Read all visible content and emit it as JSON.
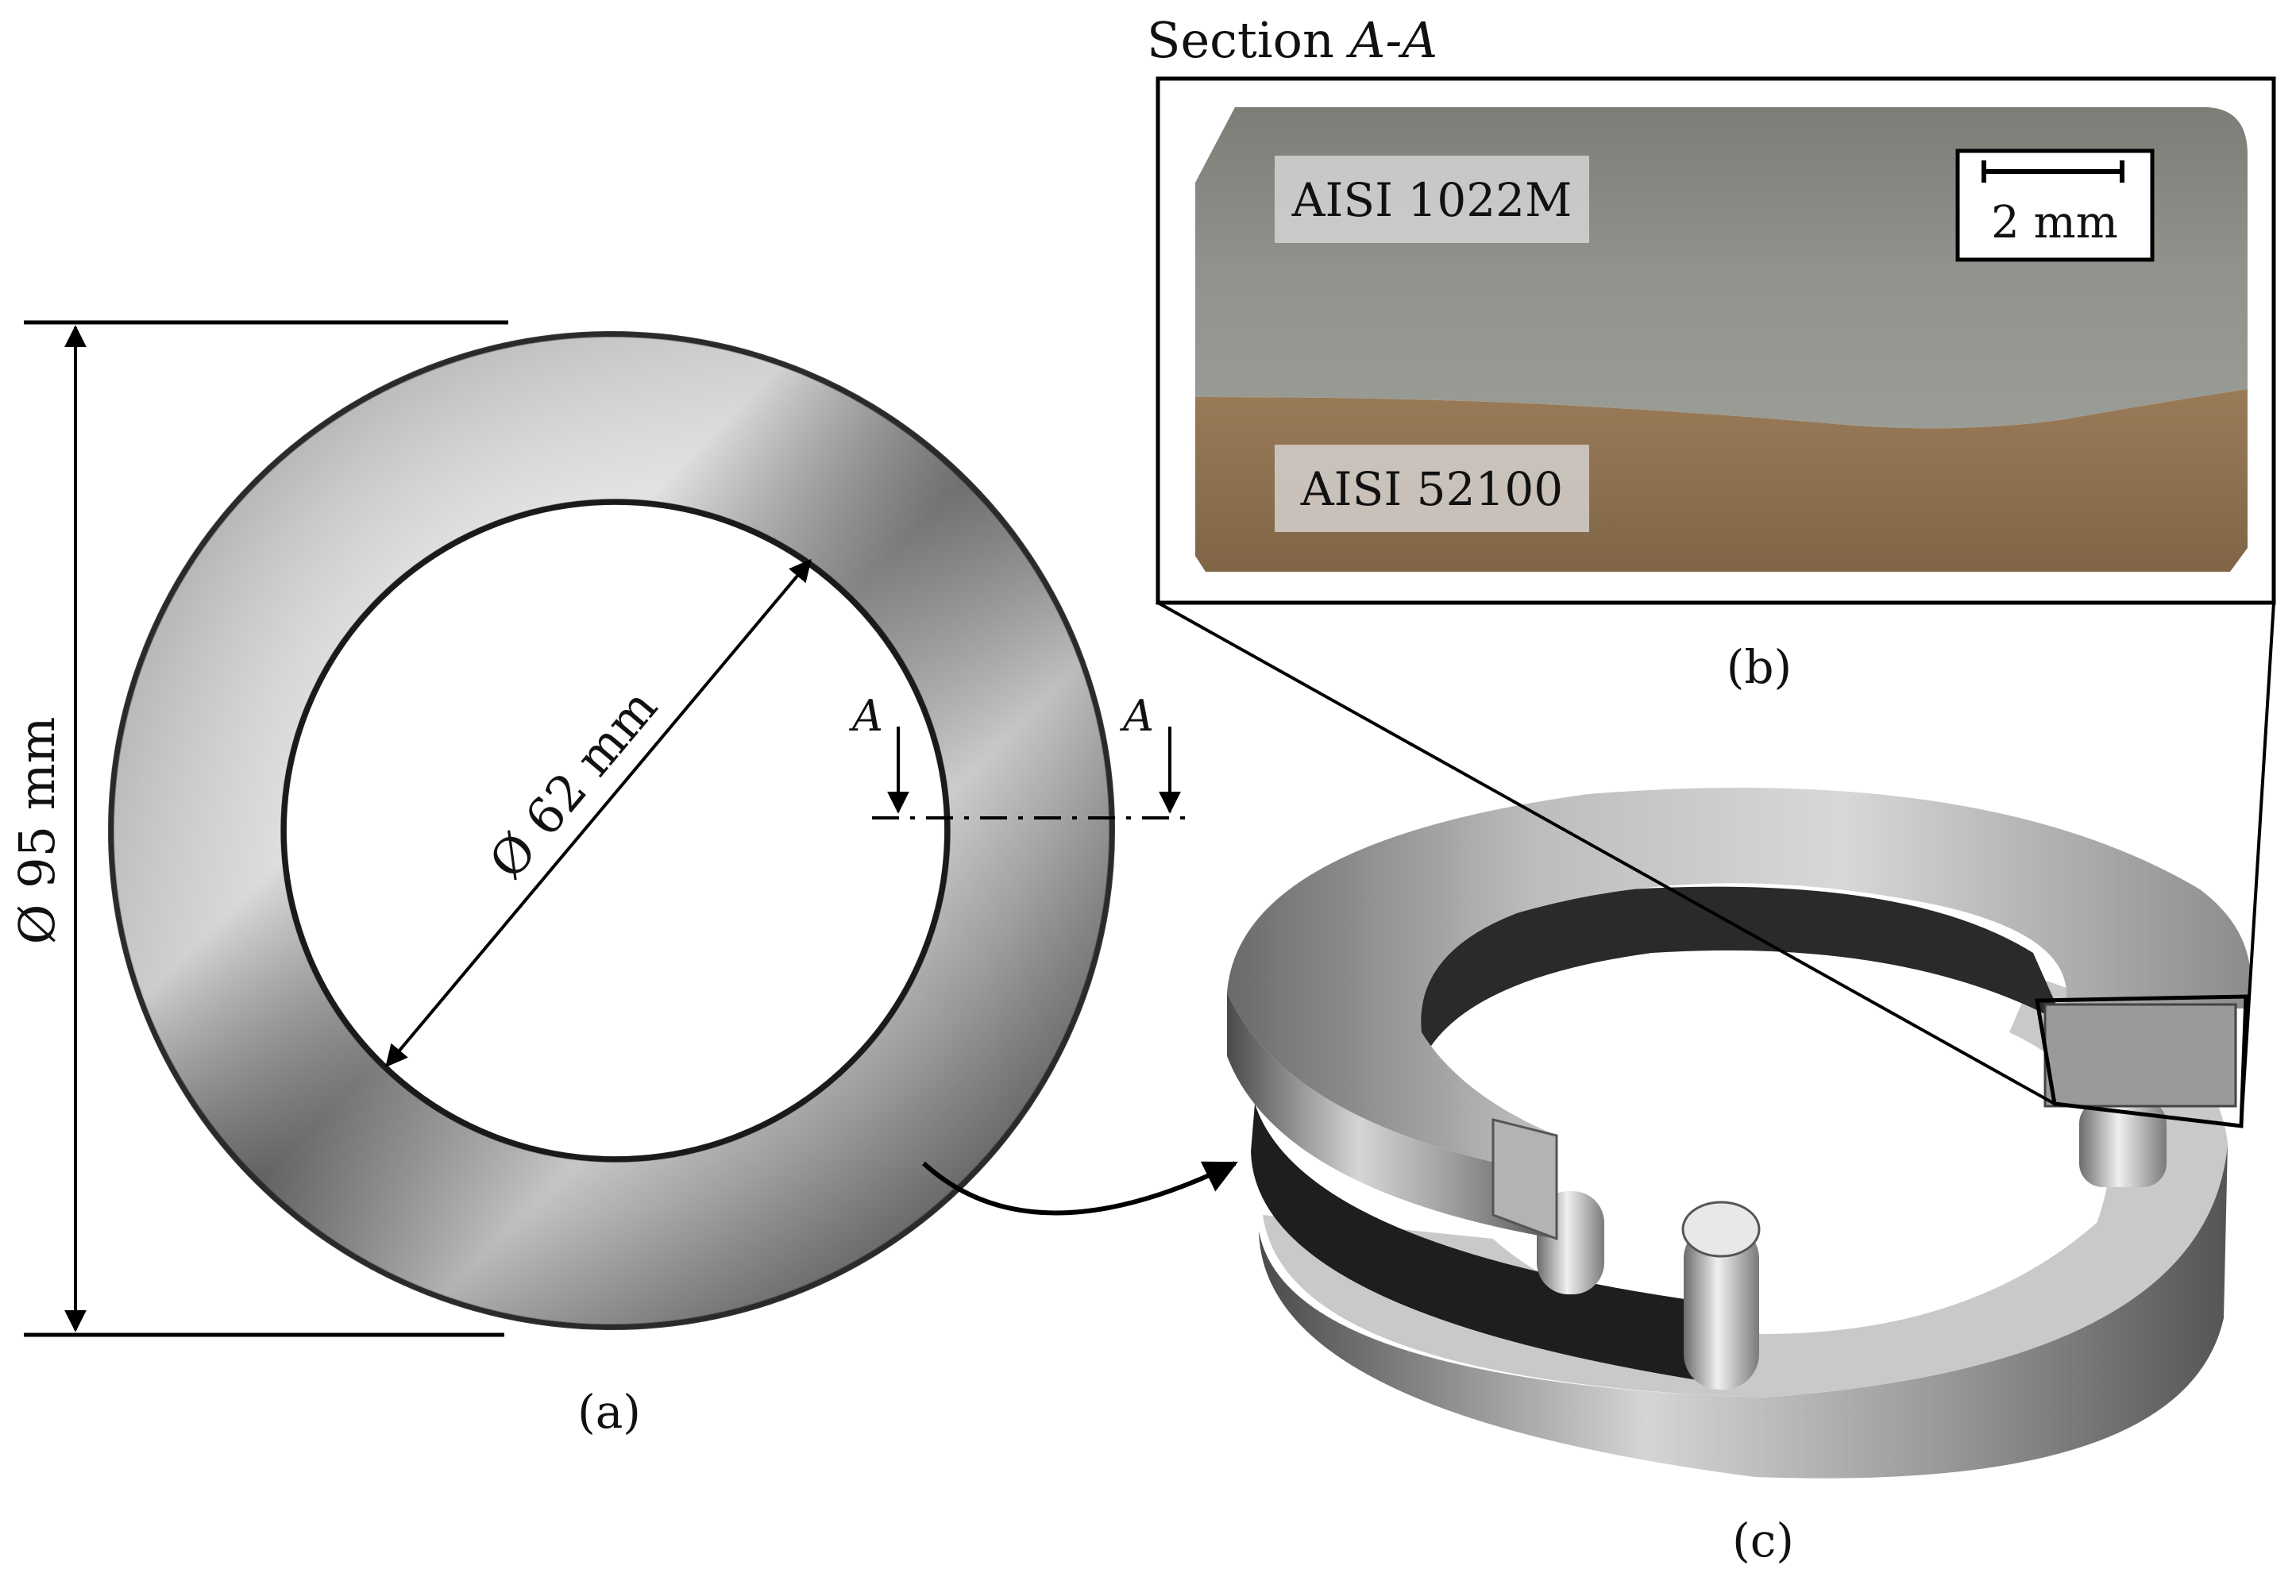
{
  "panels": {
    "a": "(a)",
    "b": "(b)",
    "c": "(c)"
  },
  "dimensions": {
    "outer_diameter": "Ø 95 mm",
    "inner_diameter": "Ø 62 mm"
  },
  "section_marks": {
    "left": "A",
    "right": "A"
  },
  "section_view": {
    "title_prefix": "Section ",
    "title_italic": "A-A",
    "upper_material": "AISI 1022M",
    "lower_material": "AISI 52100",
    "scale_bar": "2 mm"
  },
  "colors": {
    "upper_layer": "#8a8a82",
    "lower_layer": "#8d7252",
    "ring_metal": "#a8a8a8",
    "cage": "#1c1c1c",
    "line": "#000000"
  }
}
